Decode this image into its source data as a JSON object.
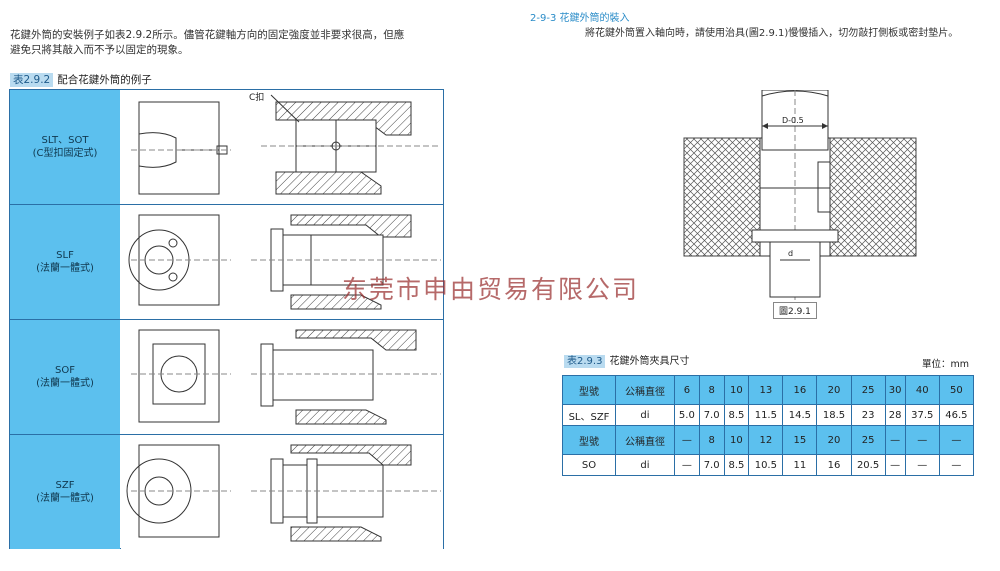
{
  "intro": {
    "line1": "花鍵外筒的安裝例子如表2.9.2所示。儘管花鍵軸方向的固定強度並非要求很高，但應",
    "line2": "避免只將其敲入而不予以固定的現象。"
  },
  "table1": {
    "caption_tag": "表2.9.2",
    "caption_text": "配合花鍵外筒的例子",
    "rows": [
      {
        "l1": "SLT、SOT",
        "l2": "(C型扣固定式)"
      },
      {
        "l1": "SLF",
        "l2": "(法蘭一體式)"
      },
      {
        "l1": "SOF",
        "l2": "(法蘭一體式)"
      },
      {
        "l1": "SZF",
        "l2": "(法蘭一體式)"
      }
    ],
    "c_clip_label": "C扣"
  },
  "section": {
    "title": "2-9-3  花鍵外筒的裝入",
    "text": "將花鍵外筒置入軸向時，請使用治具(圖2.9.1)慢慢插入，切勿敲打側板或密封墊片。"
  },
  "figure": {
    "label": "圖2.9.1",
    "dim_label": "D-0.5",
    "d_label": "d"
  },
  "table2": {
    "caption_tag": "表2.9.3",
    "caption_text": "花鍵外筒夾具尺寸",
    "units": "單位：mm",
    "rows": [
      [
        "型號",
        "公稱直徑",
        "6",
        "8",
        "10",
        "13",
        "16",
        "20",
        "25",
        "30",
        "40",
        "50"
      ],
      [
        "SL、SZF",
        "di",
        "5.0",
        "7.0",
        "8.5",
        "11.5",
        "14.5",
        "18.5",
        "23",
        "28",
        "37.5",
        "46.5"
      ],
      [
        "型號",
        "公稱直徑",
        "—",
        "8",
        "10",
        "12",
        "15",
        "20",
        "25",
        "—",
        "—",
        "—"
      ],
      [
        "SO",
        "di",
        "—",
        "7.0",
        "8.5",
        "10.5",
        "11",
        "16",
        "20.5",
        "—",
        "—",
        "—"
      ]
    ]
  },
  "watermark": "东莞市申由贸易有限公司"
}
